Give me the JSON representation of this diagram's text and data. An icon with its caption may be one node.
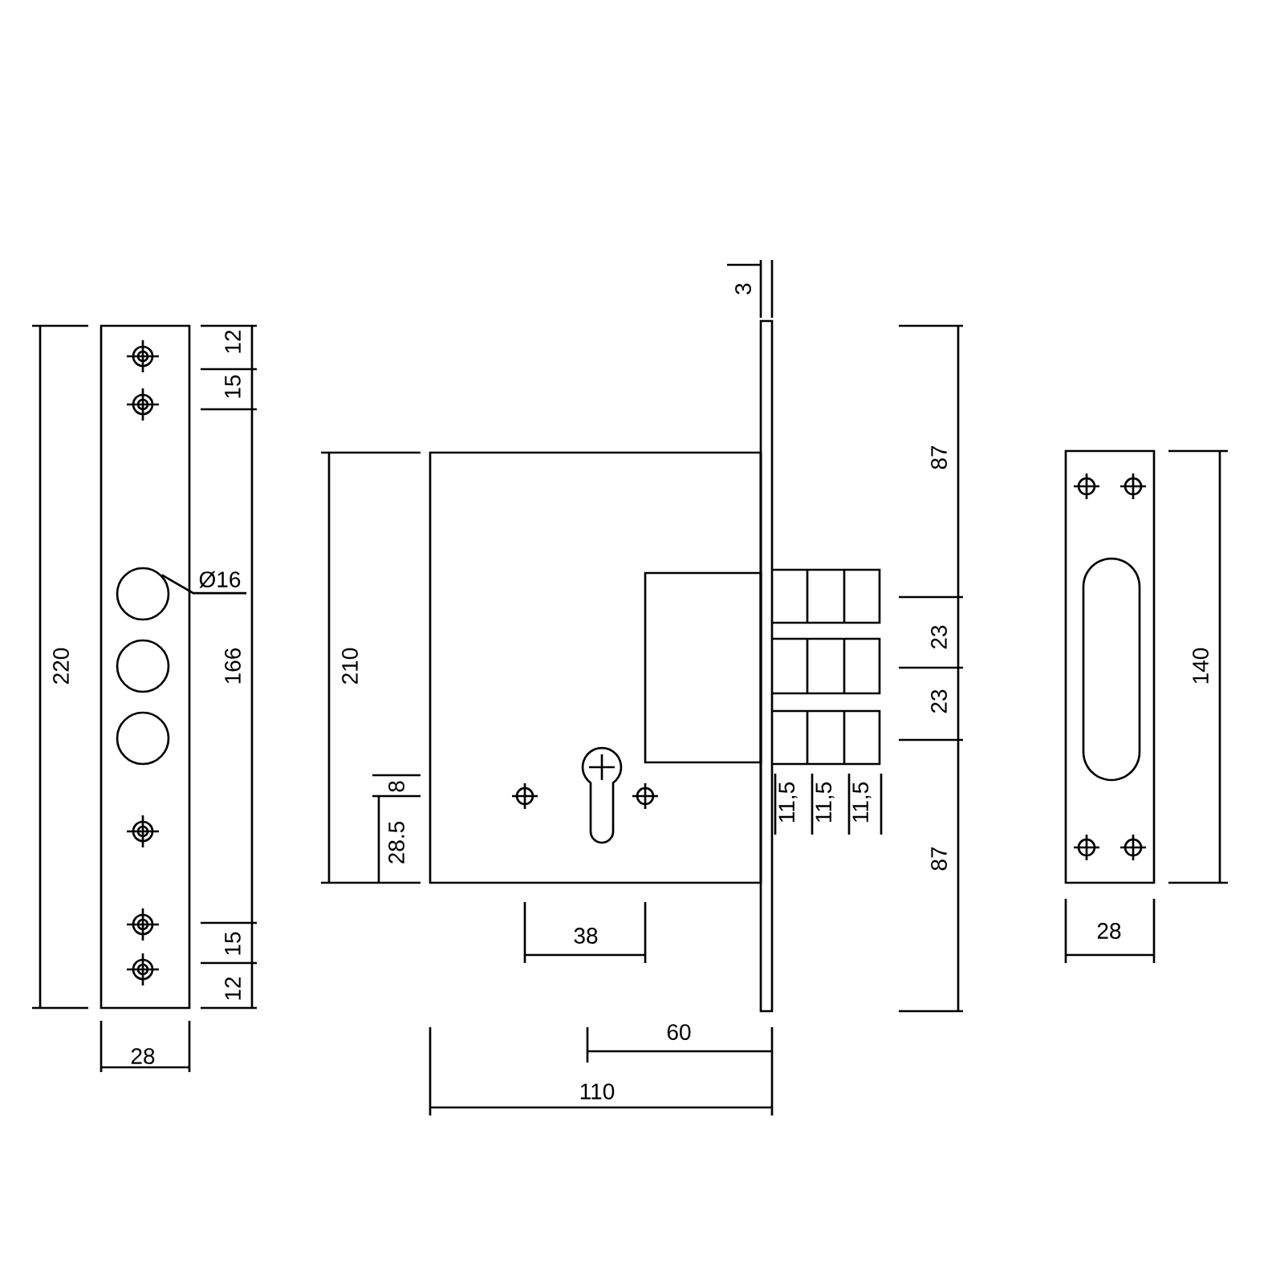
{
  "diagram": {
    "nodes": [
      {
        "text": [
          "Ø16"
        ]
      },
      {
        "text": [],
        "shape": "circle"
      }
    ],
    "edges": [
      {
        "from": 0,
        "to": 1,
        "arrow": "none"
      }
    ],
    "labels": [
      "3",
      "12",
      "15",
      "87",
      "23",
      "23",
      "220",
      "166",
      "210",
      "140",
      "8",
      "11,5",
      "11,5",
      "11,5",
      "28.5",
      "87",
      "38",
      "28",
      "15",
      "12",
      "60",
      "28",
      "110"
    ]
  }
}
